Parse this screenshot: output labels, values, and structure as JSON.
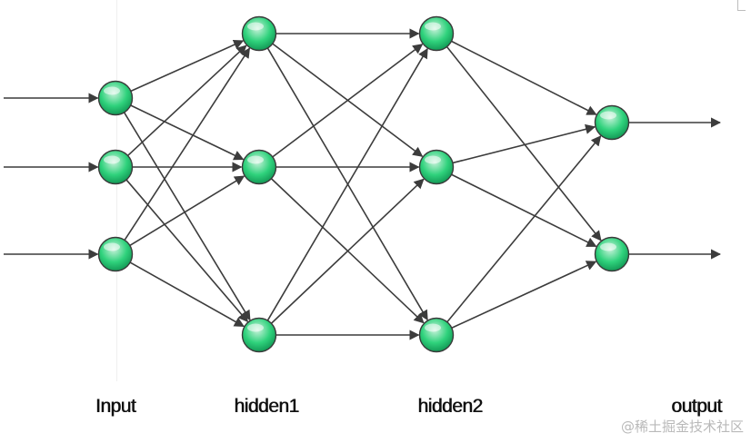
{
  "layers": [
    {
      "key": "input",
      "label": "Input",
      "nodes": 3
    },
    {
      "key": "hidden1",
      "label": "hidden1",
      "nodes": 3
    },
    {
      "key": "hidden2",
      "label": "hidden2",
      "nodes": 3
    },
    {
      "key": "output",
      "label": "output",
      "nodes": 2
    }
  ],
  "colors": {
    "node_fill_top": "#c9f2db",
    "node_fill_mid": "#2fd27c",
    "node_fill_bottom": "#0e8f4f",
    "node_stroke": "#3a3a3a",
    "edge": "#3c3c3c"
  },
  "watermark": "@稀土掘金技术社区"
}
